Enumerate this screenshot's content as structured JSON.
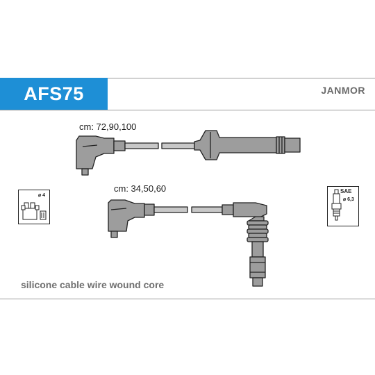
{
  "product": {
    "code": "AFS75",
    "brand": "JANMOR"
  },
  "cable_set_1": {
    "lengths_label": "cm: 72,90,100"
  },
  "cable_set_2": {
    "lengths_label": "cm: 34,50,60"
  },
  "distributor_badge": {
    "size_label": "⌀ 4"
  },
  "plug_badge": {
    "standard_label": "SAE",
    "size_label": "⌀ 6,3"
  },
  "description": "silicone cable wire wound core",
  "colors": {
    "accent": "#1e8fd6",
    "cable_grey": "#9d9d9d",
    "outline": "#222222"
  }
}
